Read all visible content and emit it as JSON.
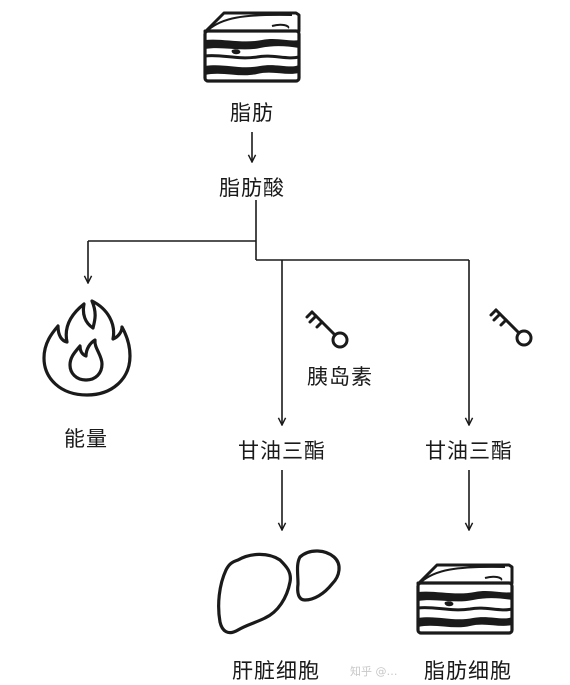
{
  "nodes": {
    "fat": "脂肪",
    "fatty_acid": "脂肪酸",
    "energy": "能量",
    "insulin": "胰岛素",
    "triglyceride_liver": "甘油三酯",
    "triglyceride_fat": "甘油三酯",
    "liver_cell": "肝脏细胞",
    "fat_cell": "脂肪细胞"
  },
  "icons": {
    "top": "fat-block-icon",
    "energy": "flame-icon",
    "key_left": "key-icon",
    "key_right": "key-icon",
    "liver": "liver-icon",
    "bottom_right": "fat-block-icon"
  },
  "watermark": "知乎 @…",
  "colors": {
    "stroke": "#1a1a1a",
    "background": "#ffffff",
    "watermark": "#c8c8c8"
  }
}
